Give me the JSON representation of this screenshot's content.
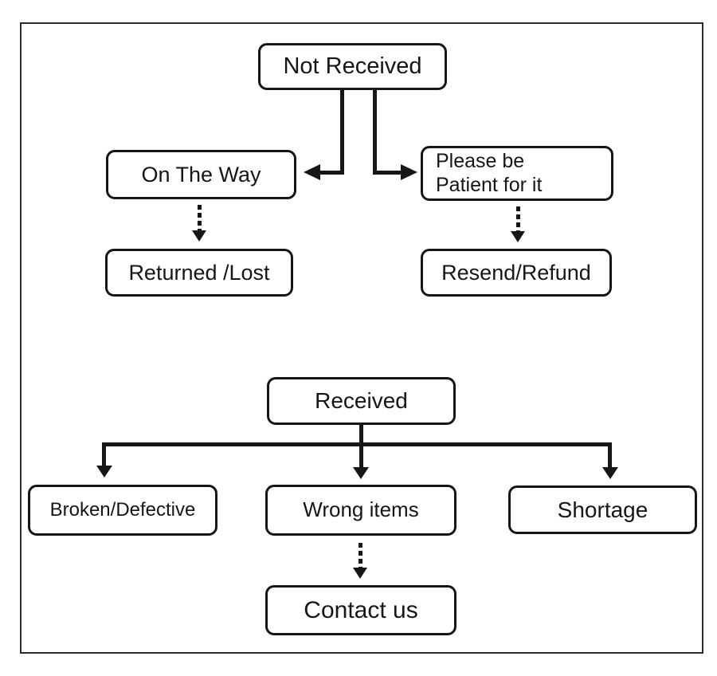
{
  "colors": {
    "ink": "#161616",
    "node_fill": "#ffffff",
    "frame_border": "#2b2b2b",
    "background": "#ffffff"
  },
  "flowchart": {
    "nodes": {
      "not_received": "Not Received",
      "on_the_way": "On The Way",
      "please_be_patient": {
        "line1": "Please be",
        "line2": "Patient for it"
      },
      "returned_lost": "Returned /Lost",
      "resend_refund": "Resend/Refund",
      "received": "Received",
      "broken_defective": "Broken/Defective",
      "wrong_items": "Wrong items",
      "shortage": "Shortage",
      "contact_us": "Contact us"
    },
    "edges": [
      {
        "from": "not_received",
        "to": "on_the_way",
        "style": "solid"
      },
      {
        "from": "not_received",
        "to": "please_be_patient",
        "style": "solid"
      },
      {
        "from": "on_the_way",
        "to": "returned_lost",
        "style": "dotted"
      },
      {
        "from": "please_be_patient",
        "to": "resend_refund",
        "style": "dotted"
      },
      {
        "from": "received",
        "to": "broken_defective",
        "style": "solid"
      },
      {
        "from": "received",
        "to": "wrong_items",
        "style": "solid"
      },
      {
        "from": "received",
        "to": "shortage",
        "style": "solid"
      },
      {
        "from": "wrong_items",
        "to": "contact_us",
        "style": "dotted"
      }
    ]
  }
}
